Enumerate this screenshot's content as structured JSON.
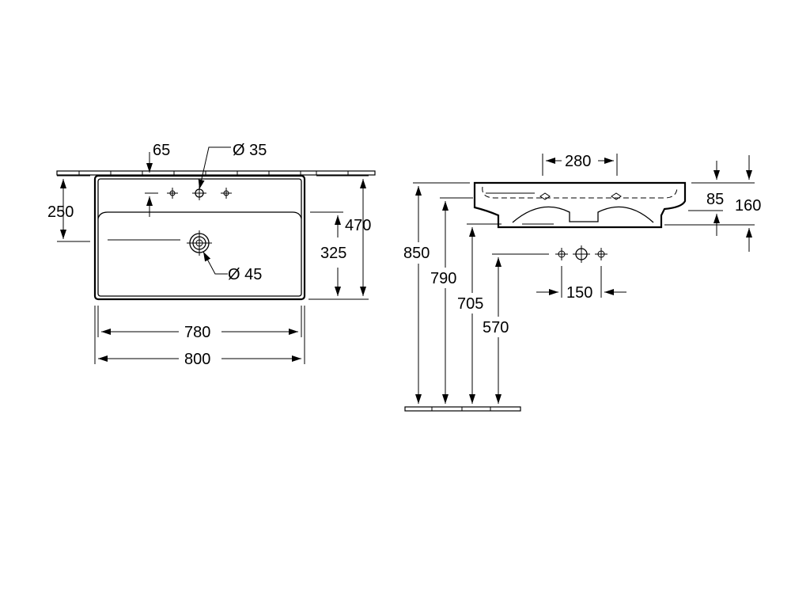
{
  "top_view": {
    "dim_tap_offset": "65",
    "dim_tap_hole": "Ø 35",
    "dim_depth_tap": "250",
    "dim_total_depth": "470",
    "dim_basin_depth": "325",
    "dim_drain": "Ø 45",
    "dim_inner_width": "780",
    "dim_total_width": "800"
  },
  "side_view": {
    "dim_top_width": "280",
    "dim_rim_height": "85",
    "dim_total_height": "160",
    "dim_850": "850",
    "dim_790": "790",
    "dim_705": "705",
    "dim_570": "570",
    "dim_tap_spacing": "150"
  }
}
